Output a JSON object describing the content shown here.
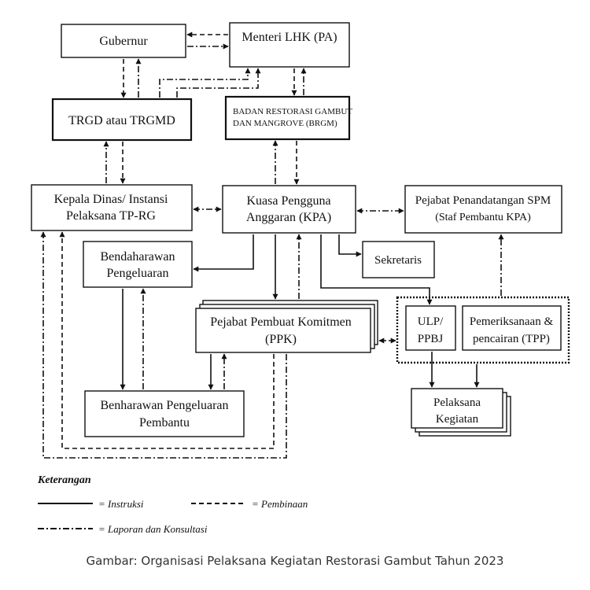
{
  "nodes": {
    "gubernur": "Gubernur",
    "menteri": "Menteri LHK (PA)",
    "trgd": "TRGD atau TRGMD",
    "brgm_line1": "BADAN RESTORASI GAMBUT",
    "brgm_line2": "DAN MANGROVE (BRGM)",
    "kadis_line1": "Kepala Dinas/ Instansi",
    "kadis_line2": "Pelaksana TP-RG",
    "kpa_line1": "Kuasa Pengguna",
    "kpa_line2": "Anggaran (KPA)",
    "spm_line1": "Pejabat Penandatangan SPM",
    "spm_line2": "(Staf Pembantu KPA)",
    "sekretaris": "Sekretaris",
    "bend_line1": "Bendaharawan",
    "bend_line2": "Pengeluaran",
    "ppk_line1": "Pejabat Pembuat Komitmen",
    "ppk_line2": "(PPK)",
    "ulp_line1": "ULP/",
    "ulp_line2": "PPBJ",
    "tpp_line1": "Pemeriksanaan &",
    "tpp_line2": "pencairan (TPP)",
    "benp_line1": "Benharawan Pengeluaran",
    "benp_line2": "Pembantu",
    "pelaksana_line1": "Pelaksana",
    "pelaksana_line2": "Kegiatan"
  },
  "legend": {
    "title": "Keterangan",
    "instruksi": "= Instruksi",
    "pembinaan": "= Pembinaan",
    "laporan": "= Laporan dan Konsultasi"
  },
  "caption": "Gambar: Organisasi Pelaksana Kegiatan Restorasi Gambut Tahun 2023"
}
